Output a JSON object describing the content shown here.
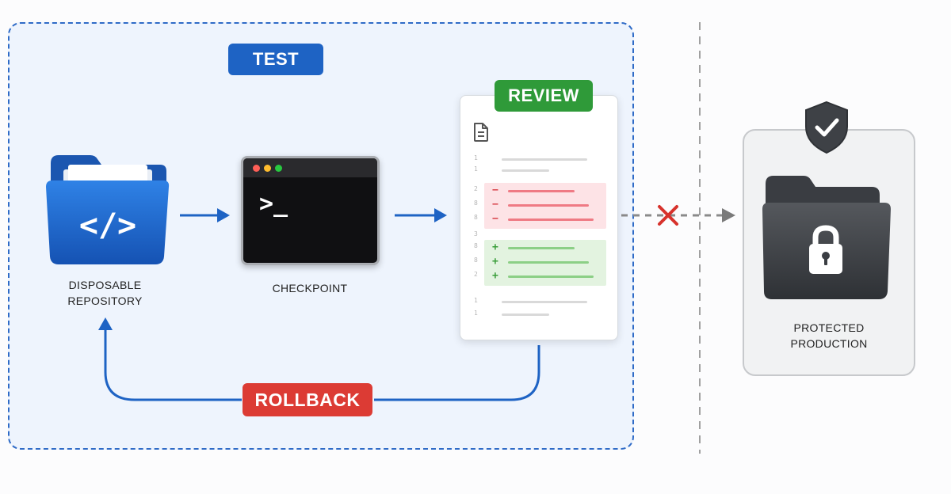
{
  "labels": {
    "test": "TEST",
    "review": "REVIEW",
    "rollback": "ROLLBACK"
  },
  "nodes": {
    "repository": {
      "line1": "DISPOSABLE",
      "line2": "REPOSITORY"
    },
    "checkpoint": {
      "label": "CHECKPOINT",
      "prompt": ">_"
    },
    "production": {
      "line1": "PROTECTED",
      "line2": "PRODUCTION"
    }
  },
  "diff": {
    "context_top": [
      "1",
      "1"
    ],
    "removed": [
      {
        "num": "2",
        "sign": "−"
      },
      {
        "num": "8",
        "sign": "−"
      },
      {
        "num": "8",
        "sign": "−"
      }
    ],
    "middle": [
      "3"
    ],
    "added": [
      {
        "num": "8",
        "sign": "+"
      },
      {
        "num": "8",
        "sign": "+"
      },
      {
        "num": "2",
        "sign": "+"
      }
    ],
    "context_bottom": [
      "1",
      "1"
    ]
  },
  "colors": {
    "test_blue": "#1e63c4",
    "review_green": "#2f9a39",
    "rollback_red": "#dc3b34",
    "blocked_x": "#d7322c"
  },
  "icons": [
    "code-folder-icon",
    "terminal-icon",
    "document-icon",
    "shield-check-icon",
    "locked-folder-icon",
    "blocked-x-icon"
  ]
}
